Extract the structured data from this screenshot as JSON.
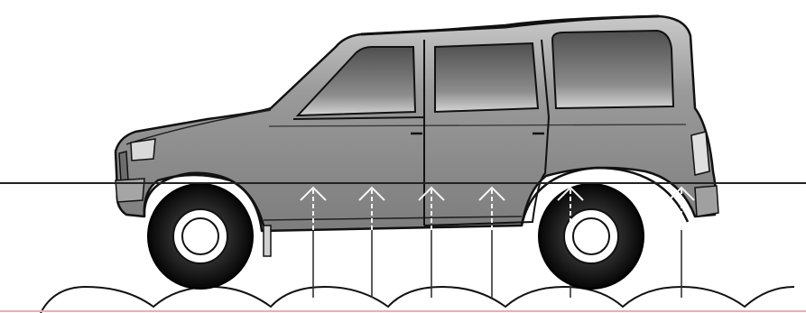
{
  "figure": {
    "subject": "suv-side-view",
    "elements": [
      "vehicle-body",
      "windows",
      "front-wheel",
      "rear-wheel",
      "water-level-line",
      "upward-pressure-arrows",
      "wave-surface"
    ],
    "colors": {
      "body_fill": "#8a8a8a",
      "body_light": "#b8b8b8",
      "window_dark": "#5a5a5a",
      "window_light": "#d8d8d8",
      "outline": "#111111",
      "tire": "#0d0d0d",
      "hub": "#ffffff",
      "water_line": "#222222",
      "arrow_stroke": "#333333",
      "arrow_inside_car": "#f2f2f2",
      "bottom_rule": "#e8b0b0"
    },
    "arrow_count": 6
  }
}
